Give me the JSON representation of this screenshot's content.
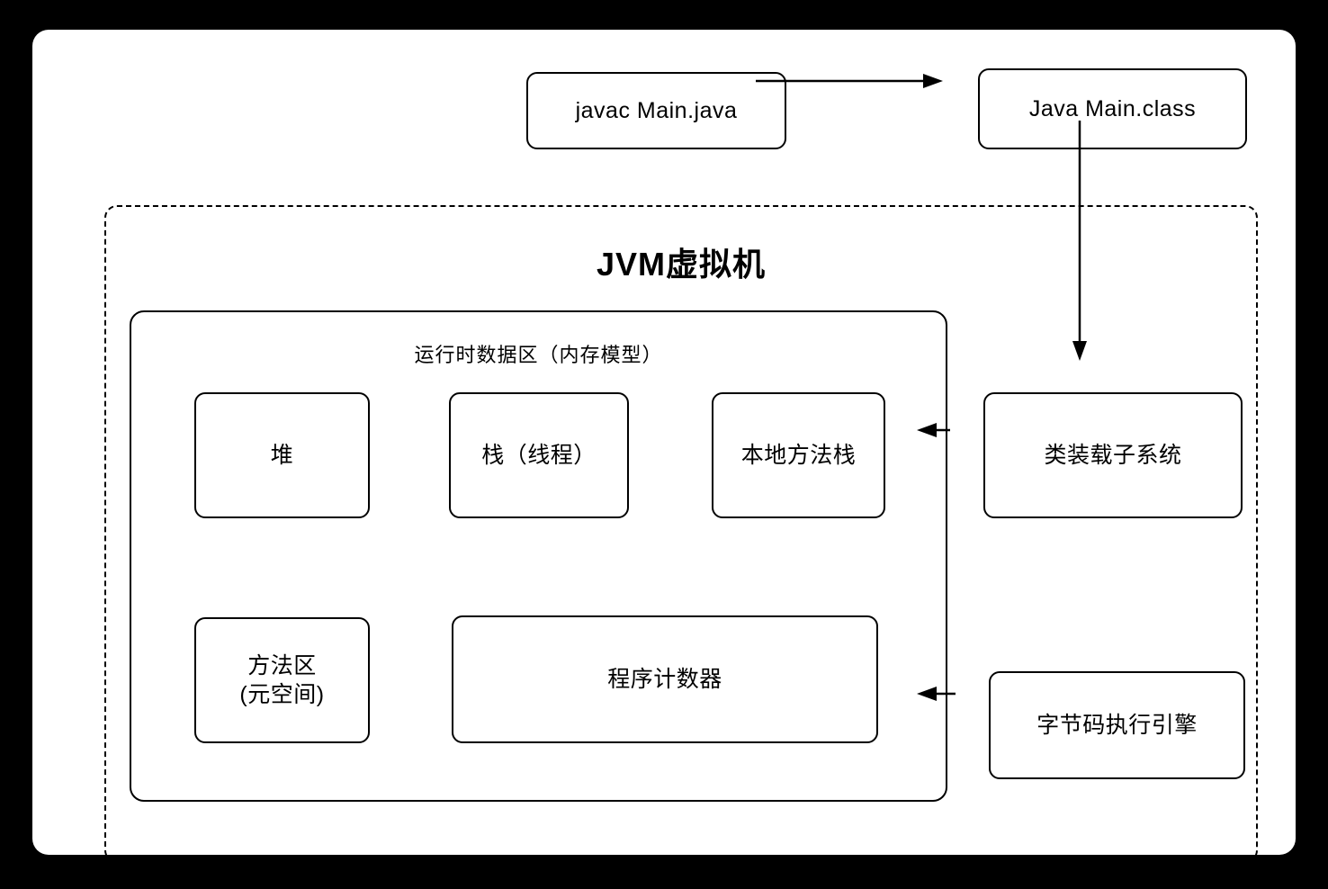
{
  "colors": {
    "canvas_background": "#000000",
    "panel_background": "#ffffff",
    "stroke": "#000000",
    "text": "#000000"
  },
  "top_flow": {
    "compile_command": "javac Main.java",
    "class_file": "Java Main.class"
  },
  "jvm": {
    "title": "JVM虚拟机",
    "runtime_area": {
      "label": "运行时数据区（内存模型）",
      "heap": "堆",
      "stack": "栈（线程）",
      "native_method_stack": "本地方法栈",
      "method_area_line1": "方法区",
      "method_area_line2": "(元空间)",
      "program_counter": "程序计数器"
    },
    "class_loader": "类装载子系统",
    "execution_engine": "字节码执行引擎"
  }
}
